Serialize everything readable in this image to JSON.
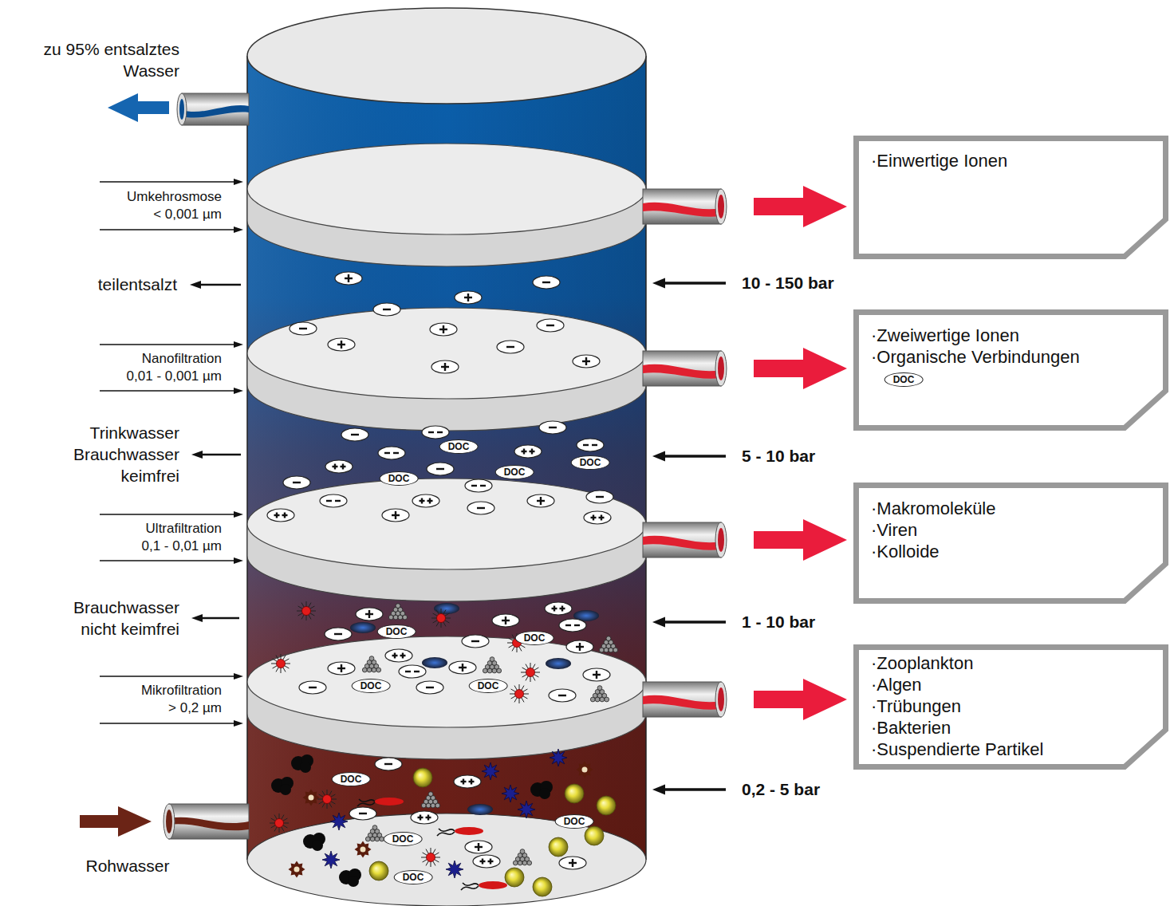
{
  "diagram": {
    "nodes": [
      {
        "text": [
          "·Einwertige Ionen"
        ]
      },
      {
        "text": [
          "·Zweiwertige Ionen",
          "·Organische Verbindungen",
          "DOC"
        ]
      },
      {
        "text": [
          "·Makromoleküle",
          "·Viren",
          "·Kolloide"
        ]
      },
      {
        "text": [
          "·Zooplankton",
          "·Algen",
          "·Trübungen",
          "·Bakterien",
          "·Suspendierte Partikel"
        ]
      }
    ],
    "labels": [
      "zu 95% entsalztes Wasser",
      "Umkehrosmose < 0,001 µm",
      "teilentsalzt",
      "10 - 150 bar",
      "Nanofiltration 0,01 - 0,001 µm",
      "Trinkwasser Brauchwasser keimfrei",
      "5 - 10 bar",
      "Ultrafiltration 0,1 - 0,01 µm",
      "Brauchwasser nicht keimfrei",
      "1 - 10 bar",
      "Mikrofiltration > 0,2 µm",
      "0,2 - 5 bar",
      "Rohwasser",
      "DOC",
      "DOC",
      "DOC",
      "DOC",
      "DOC",
      "DOC",
      "DOC",
      "DOC",
      "DOC",
      "DOC",
      "DOC",
      "DOC"
    ]
  }
}
